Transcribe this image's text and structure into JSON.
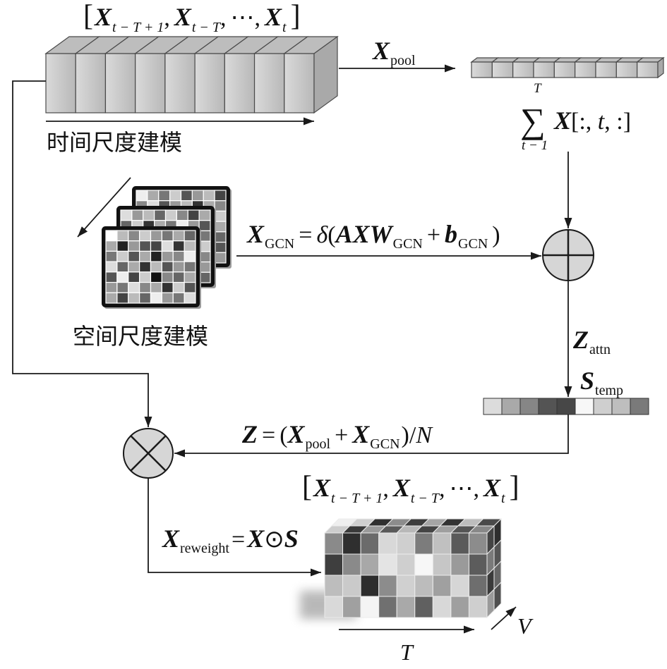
{
  "figure": {
    "temporal_branch": {
      "sequence_label": {
        "open": "[",
        "comma": ",",
        "ellipsis": "⋯",
        "close": "]",
        "terms": [
          {
            "var": "X",
            "sub": "t − T + 1"
          },
          {
            "var": "X",
            "sub": "t − T"
          },
          {
            "var": "X",
            "sub": "t"
          }
        ]
      },
      "caption": "时间尺度建模",
      "pool_label": {
        "var": "X",
        "sub": "pool"
      },
      "sum_label": {
        "operator": "∑",
        "upper": "T",
        "lower": "t − 1",
        "var": "X",
        "index_open": "[:, ",
        "index_var": "t",
        "index_close": ", :]"
      }
    },
    "spatial_branch": {
      "caption": "空间尺度建模",
      "gcn_label": {
        "lhs_var": "X",
        "lhs_sub": "GCN",
        "equals": "=",
        "activation": "δ",
        "open": "(",
        "weights": "AXW",
        "weights_sub": "GCN",
        "plus": "+",
        "bias": "b",
        "bias_sub": "GCN",
        "close": ")"
      },
      "heatmaps": [
        {
          "cells": [
            [
              "#eee",
              "#aaa",
              "#777",
              "#ccc",
              "#555",
              "#999",
              "#bbb",
              "#444"
            ],
            [
              "#888",
              "#ddd",
              "#555",
              "#999",
              "#bbb",
              "#333",
              "#aaa",
              "#888"
            ],
            [
              "#bbb",
              "#666",
              "#aaa",
              "#444",
              "#ddd",
              "#777",
              "#999",
              "#ccc"
            ],
            [
              "#555",
              "#999",
              "#ccc",
              "#777",
              "#888",
              "#bbb",
              "#666",
              "#aaa"
            ],
            [
              "#ccc",
              "#777",
              "#888",
              "#aaa",
              "#555",
              "#ddd",
              "#888",
              "#666"
            ],
            [
              "#999",
              "#bbb",
              "#666",
              "#ddd",
              "#999",
              "#777",
              "#ccc",
              "#555"
            ],
            [
              "#777",
              "#aaa",
              "#999",
              "#888",
              "#bbb",
              "#666",
              "#aaa",
              "#999"
            ]
          ]
        },
        {
          "cells": [
            [
              "#ddd",
              "#999",
              "#bbb",
              "#666",
              "#ccc",
              "#888",
              "#444",
              "#aaa"
            ],
            [
              "#666",
              "#ccc",
              "#333",
              "#aaa",
              "#777",
              "#eee",
              "#999",
              "#555"
            ],
            [
              "#aaa",
              "#555",
              "#ddd",
              "#888",
              "#bbb",
              "#444",
              "#ccc",
              "#777"
            ],
            [
              "#888",
              "#bbb",
              "#666",
              "#eee",
              "#333",
              "#999",
              "#555",
              "#ccc"
            ],
            [
              "#ccc",
              "#444",
              "#999",
              "#777",
              "#aaa",
              "#666",
              "#ddd",
              "#888"
            ],
            [
              "#777",
              "#aaa",
              "#555",
              "#ccc",
              "#888",
              "#bbb",
              "#333",
              "#999"
            ],
            [
              "#bbb",
              "#666",
              "#ccc",
              "#444",
              "#999",
              "#777",
              "#aaa",
              "#666"
            ]
          ]
        },
        {
          "cells": [
            [
              "#fff",
              "#bbb",
              "#888",
              "#ccc",
              "#999",
              "#777",
              "#aaa",
              "#666"
            ],
            [
              "#aaa",
              "#222",
              "#999",
              "#555",
              "#444",
              "#ddd",
              "#333",
              "#bbb"
            ],
            [
              "#777",
              "#ccc",
              "#555",
              "#aaa",
              "#222",
              "#999",
              "#888",
              "#eee"
            ],
            [
              "#ddd",
              "#666",
              "#aaa",
              "#333",
              "#bbb",
              "#555",
              "#999",
              "#777"
            ],
            [
              "#555",
              "#eee",
              "#444",
              "#ccc",
              "#111",
              "#888",
              "#666",
              "#aaa"
            ],
            [
              "#999",
              "#777",
              "#ddd",
              "#888",
              "#aaa",
              "#333",
              "#ccc",
              "#555"
            ],
            [
              "#aaa",
              "#444",
              "#bbb",
              "#666",
              "#eee",
              "#999",
              "#777",
              "#ddd"
            ]
          ]
        }
      ]
    },
    "fusion": {
      "add_icon": "circle-plus-icon",
      "attn_label": {
        "var": "Z",
        "sub": "attn"
      },
      "temporal_weight_label": {
        "var": "S",
        "sub": "temp"
      },
      "temporal_weights": [
        "#dcdcdc",
        "#a9a9a9",
        "#868686",
        "#545454",
        "#474747",
        "#f7f7f7",
        "#cfcfcf",
        "#bebebe",
        "#7a7a7a"
      ],
      "combined_label": {
        "lhs": "Z",
        "equals": "=",
        "open": "(",
        "term1_var": "X",
        "term1_sub": "pool",
        "plus": "+",
        "term2_var": "X",
        "term2_sub": "GCN",
        "close": ")/",
        "divisor": "N"
      },
      "multiply_icon": "circle-times-icon"
    },
    "output": {
      "reweight_label": {
        "var": "X",
        "sub": "reweight",
        "equals": "=",
        "rhs_a": "X",
        "odot": "⊙",
        "rhs_b": "S"
      },
      "sequence_label": {
        "open": "[",
        "comma": ",",
        "ellipsis": "⋯",
        "close": "]",
        "terms": [
          {
            "var": "X",
            "sub": "t − T + 1"
          },
          {
            "var": "X",
            "sub": "t − T"
          },
          {
            "var": "X",
            "sub": "t"
          }
        ]
      },
      "tensor": {
        "top": [
          [
            "#cdcdcd",
            "#3a3a3a",
            "#9a9a9a",
            "#5a5a5a",
            "#b8b8b8",
            "#444444",
            "#9f9f9f",
            "#555555",
            "#888888"
          ],
          [
            "#efefef",
            "#d0d0d0",
            "#2f2f2f",
            "#8c8c8c",
            "#3d3d3d",
            "#a5a5a5",
            "#333333",
            "#bdbdbd",
            "#4a4a4a"
          ]
        ],
        "front": [
          [
            "#8a8a8a",
            "#2f2f2f",
            "#6b6b6b",
            "#d8d8d8",
            "#cfcfcf",
            "#7c7c7c",
            "#c0c0c0",
            "#5a5a5a",
            "#8c8c8c"
          ],
          [
            "#3e3e3e",
            "#8a8a8a",
            "#a8a8a8",
            "#e4e4e4",
            "#cfcfcf",
            "#f7f7f7",
            "#c6c6c6",
            "#9a9a9a",
            "#5c5c5c"
          ],
          [
            "#bdbdbd",
            "#cacaca",
            "#2d2d2d",
            "#8c8c8c",
            "#d0d0d0",
            "#bcbcbc",
            "#a0a0a0",
            "#d6d6d6",
            "#6e6e6e"
          ],
          [
            "#d9d9d9",
            "#a0a0a0",
            "#f4f4f4",
            "#707070",
            "#a9a9a9",
            "#606060",
            "#d8d8d8",
            "#9f9f9f",
            "#cfcfcf"
          ]
        ],
        "side": [
          [
            "#444444",
            "#2e2e2e"
          ],
          [
            "#7a7a7a",
            "#555555"
          ],
          [
            "#3a3a3a",
            "#666666"
          ],
          [
            "#9a9a9a",
            "#505050"
          ]
        ]
      },
      "time_axis": "T",
      "node_axis": "V"
    },
    "colors": {
      "block": "#c8c8c8",
      "operator_fill": "#d6d6d6",
      "stroke": "#1a1a1a"
    }
  }
}
